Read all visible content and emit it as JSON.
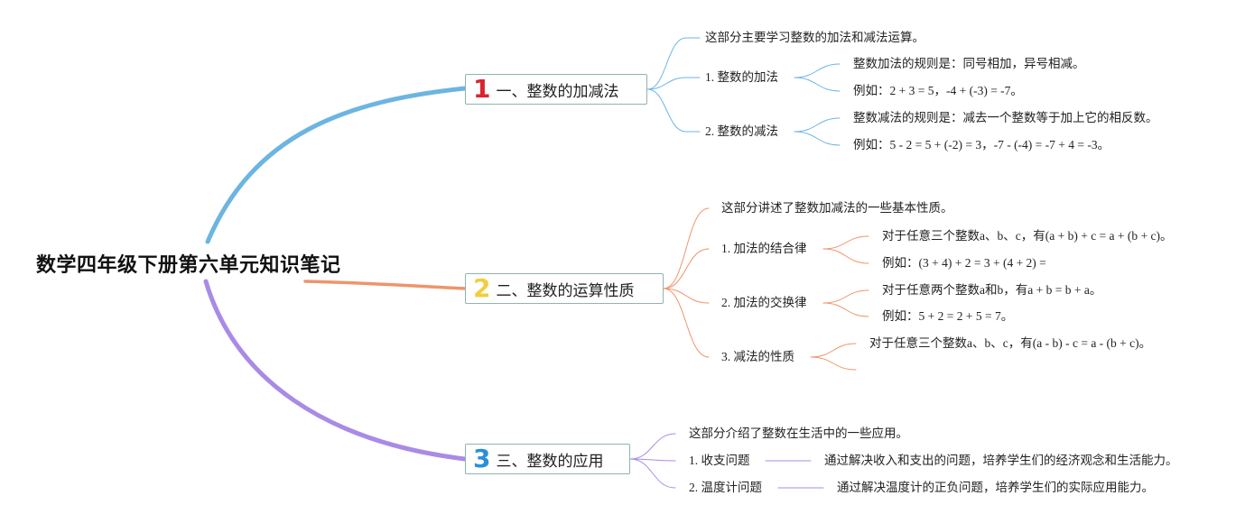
{
  "root_title": "数学四年级下册第六单元知识笔记",
  "colors": {
    "branch1": "#6cb5e2",
    "branch2": "#ef946b",
    "branch3": "#a98be6",
    "num1": "#d9232e",
    "num2": "#f3cd3f",
    "num3": "#2a8fd8",
    "box_border": "#8fb5ab"
  },
  "branches": [
    {
      "number": "1",
      "title": "一、整数的加减法",
      "intro": "这部分主要学习整数的加法和减法运算。",
      "items": [
        {
          "label": "1. 整数的加法",
          "details": [
            "整数加法的规则是：同号相加，异号相减。",
            "例如：2 + 3 = 5，-4 + (-3) = -7。"
          ]
        },
        {
          "label": "2. 整数的减法",
          "details": [
            "整数减法的规则是：减去一个整数等于加上它的相反数。",
            "例如：5 - 2 = 5 + (-2) = 3，-7 - (-4) = -7 + 4 = -3。"
          ]
        }
      ]
    },
    {
      "number": "2",
      "title": "二、整数的运算性质",
      "intro": "这部分讲述了整数加减法的一些基本性质。",
      "items": [
        {
          "label": "1. 加法的结合律",
          "details": [
            "对于任意三个整数a、b、c，有(a + b) + c = a + (b + c)。",
            "例如：(3 + 4) + 2 = 3 + (4 + 2) ="
          ]
        },
        {
          "label": "2. 加法的交换律",
          "details": [
            "对于任意两个整数a和b，有a + b = b + a。",
            "例如：5 + 2 = 2 + 5 = 7。"
          ]
        },
        {
          "label": "3. 减法的性质",
          "details": [
            "对于任意三个整数a、b、c，有(a - b) - c = a - (b + c)。",
            ""
          ]
        }
      ]
    },
    {
      "number": "3",
      "title": "三、整数的应用",
      "intro": "这部分介绍了整数在生活中的一些应用。",
      "items": [
        {
          "label": "1. 收支问题",
          "details": [
            "通过解决收入和支出的问题，培养学生们的经济观念和生活能力。"
          ]
        },
        {
          "label": "2. 温度计问题",
          "details": [
            "通过解决温度计的正负问题，培养学生们的实际应用能力。"
          ]
        }
      ]
    }
  ]
}
